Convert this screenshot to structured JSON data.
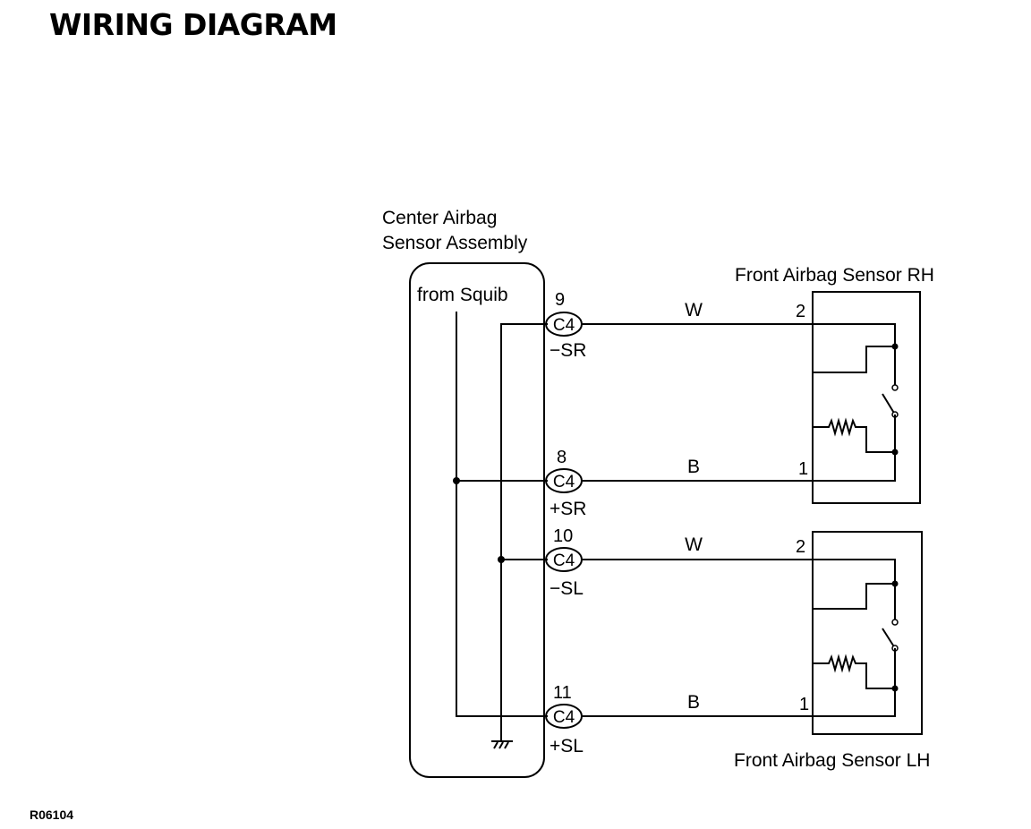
{
  "title": "WIRING DIAGRAM",
  "figure_code": "R06104",
  "center_sensor": {
    "name_line1": "Center Airbag",
    "name_line2": "Sensor Assembly",
    "squib_label": "from Squib"
  },
  "terminals": [
    {
      "pin": "9",
      "connector": "C4",
      "signal": "−SR",
      "wire": "W"
    },
    {
      "pin": "8",
      "connector": "C4",
      "signal": "+SR",
      "wire": "B"
    },
    {
      "pin": "10",
      "connector": "C4",
      "signal": "−SL",
      "wire": "W"
    },
    {
      "pin": "11",
      "connector": "C4",
      "signal": "+SL",
      "wire": "B"
    }
  ],
  "sensor_rh": {
    "name": "Front Airbag Sensor RH",
    "pin_top": "2",
    "pin_bottom": "1"
  },
  "sensor_lh": {
    "name": "Front Airbag Sensor LH",
    "pin_top": "2",
    "pin_bottom": "1"
  }
}
